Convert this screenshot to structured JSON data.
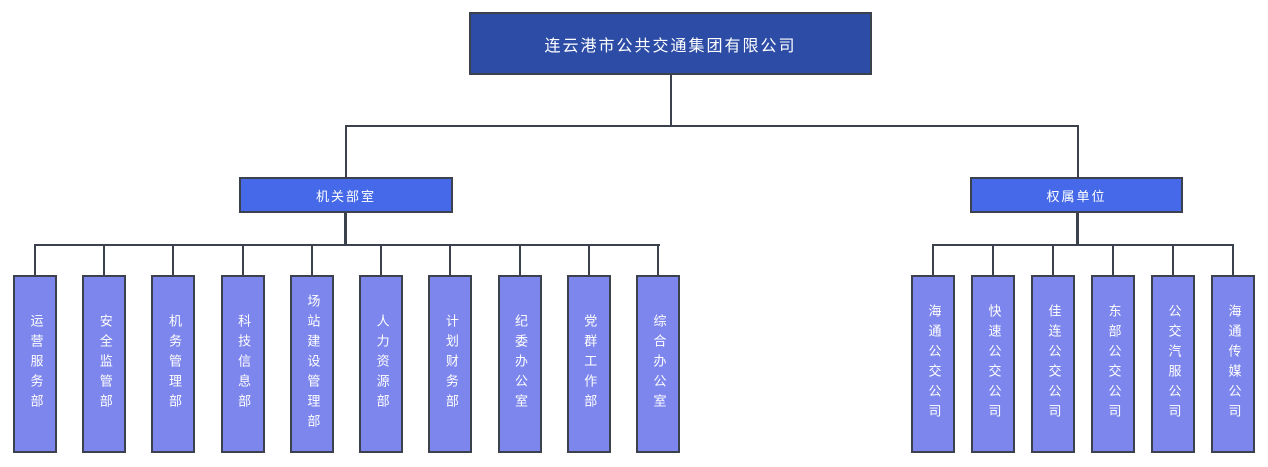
{
  "org": {
    "root_label": "连云港市公共交通集团有限公司",
    "groups": [
      {
        "label": "机关部室",
        "children": [
          "运营服务部",
          "安全监管部",
          "机务管理部",
          "科技信息部",
          "场站建设管理部",
          "人力资源部",
          "计划财务部",
          "纪委办公室",
          "党群工作部",
          "综合办公室"
        ]
      },
      {
        "label": "权属单位",
        "children": [
          "海通公交公司",
          "快速公交公司",
          "佳连公交公司",
          "东部公交公司",
          "公交汽服公司",
          "海通传媒公司"
        ]
      }
    ],
    "colors": {
      "root_fill": "#2c4ca6",
      "branch_fill": "#4569e8",
      "leaf_fill": "#7d86ec",
      "line_color": "#3b414d",
      "text_color": "#ffffff"
    }
  }
}
